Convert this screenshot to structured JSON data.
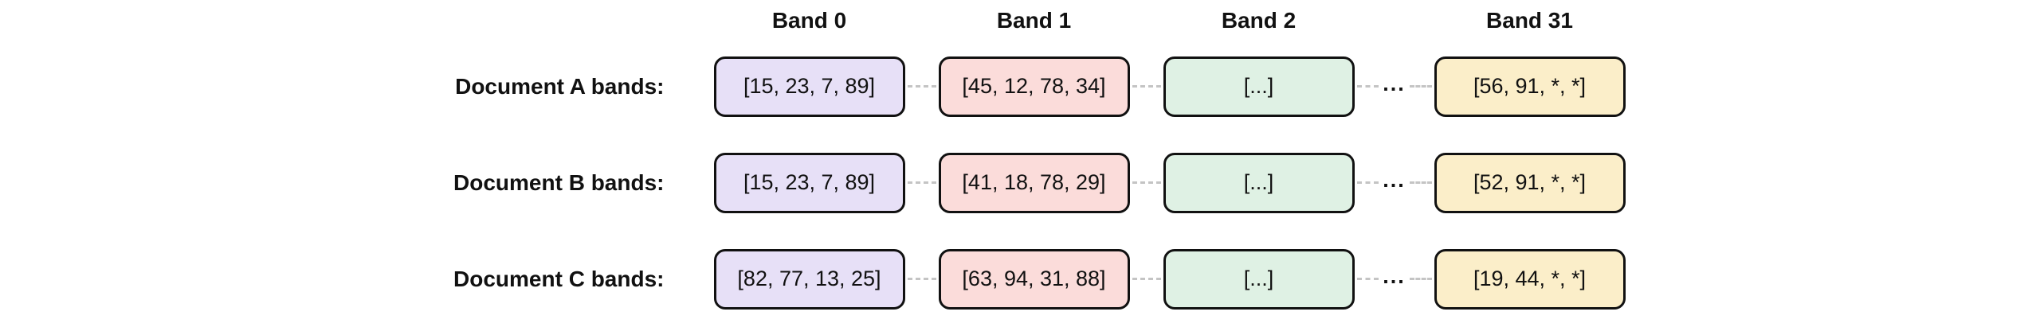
{
  "columns": [
    "Band 0",
    "Band 1",
    "Band 2",
    "Band 31"
  ],
  "ellipsis": "...",
  "band_colors": [
    "#e7e0f7",
    "#fbdcda",
    "#dff1e4",
    "#fbeec9"
  ],
  "connector_color": "#c4c4c4",
  "border_color": "#111111",
  "rows": [
    {
      "label": "Document A bands:",
      "cells": [
        "[15, 23, 7, 89]",
        "[45, 12, 78, 34]",
        "[...]",
        "[56, 91, *, *]"
      ]
    },
    {
      "label": "Document B bands:",
      "cells": [
        "[15, 23, 7, 89]",
        "[41, 18, 78, 29]",
        "[...]",
        "[52, 91, *, *]"
      ]
    },
    {
      "label": "Document C bands:",
      "cells": [
        "[82, 77, 13, 25]",
        "[63, 94, 31, 88]",
        "[...]",
        "[19, 44, *, *]"
      ]
    }
  ]
}
